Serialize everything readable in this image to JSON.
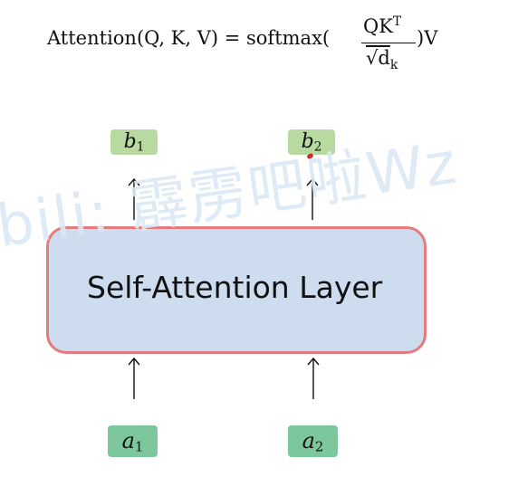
{
  "formula": {
    "lhs": "Attention(Q, K, V) = softmax(",
    "numerator": "QK",
    "numerator_sup": "T",
    "denominator": "√d",
    "denominator_sub": "k",
    "tail": ")V"
  },
  "layer": {
    "label": "Self-Attention Layer"
  },
  "outputs": [
    {
      "var": "b",
      "sub": "1"
    },
    {
      "var": "b",
      "sub": "2"
    }
  ],
  "inputs": [
    {
      "var": "a",
      "sub": "1"
    },
    {
      "var": "a",
      "sub": "2"
    }
  ],
  "watermark": "bili: 霹雳吧啦Wz",
  "colors": {
    "layer_fill": "#cdddef",
    "layer_border": "#e67b7f",
    "output_node": "#b8d99f",
    "input_node": "#7cc79b"
  }
}
